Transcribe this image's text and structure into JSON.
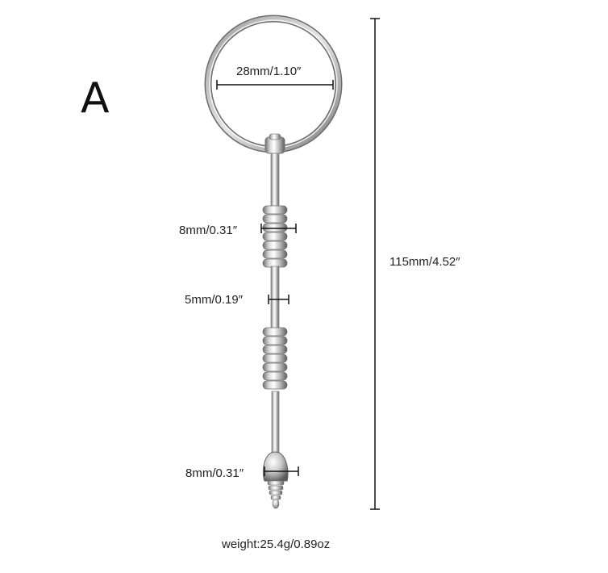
{
  "variant": {
    "letter": "A"
  },
  "dimensions": {
    "ring_diameter": "28mm/1.10″",
    "bead_diameter": "8mm/0.31″",
    "shaft_diameter": "5mm/0.19″",
    "tip_diameter": "8mm/0.31″",
    "total_length": "115mm/4.52″"
  },
  "weight": "weight:25.4g/0.89oz",
  "colors": {
    "metal_light": "#f4f4f4",
    "metal_mid": "#bdbdbd",
    "metal_dark": "#6e6e6e",
    "dimension_line": "#111111"
  }
}
